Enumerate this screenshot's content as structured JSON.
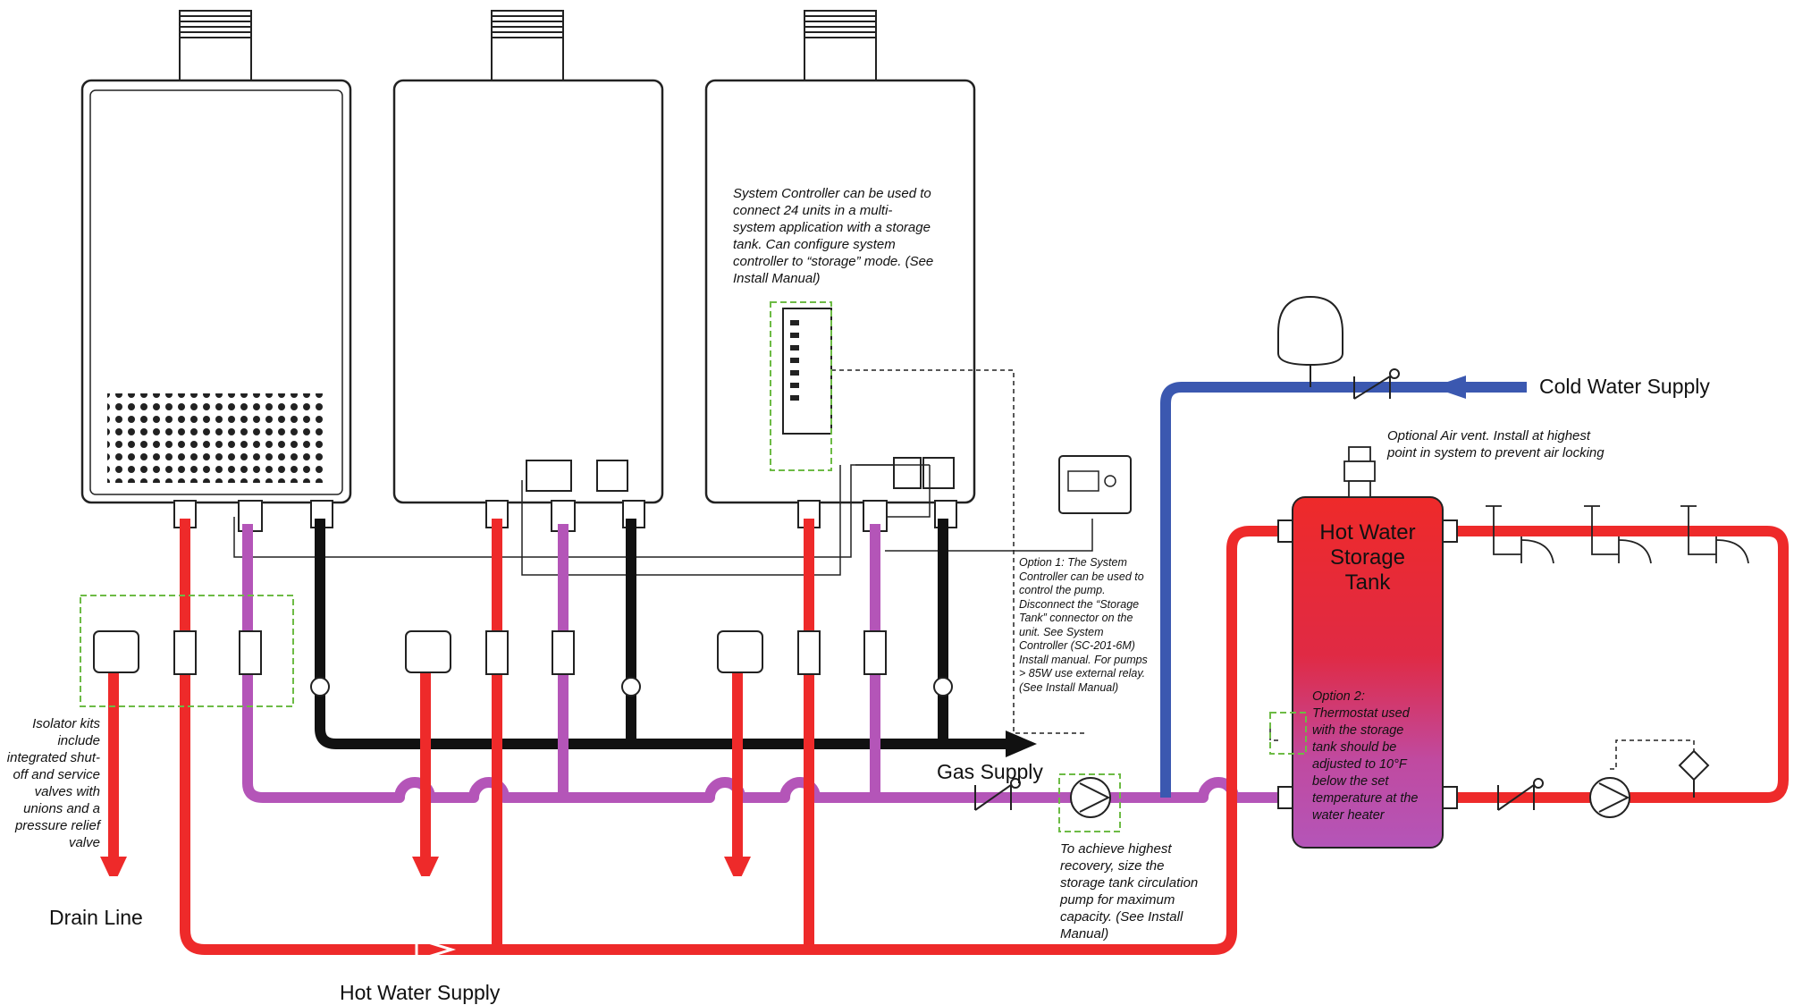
{
  "labels": {
    "controller_note": "System Controller can be used to connect 24 units in a multi-system application with a storage tank. Can configure system controller to “storage” mode. (See Install Manual)",
    "cold_water_supply": "Cold Water Supply",
    "air_vent_note": "Optional Air vent. Install at highest point in system to prevent air locking",
    "tank_title": "Hot Water Storage Tank",
    "option2_note": "Option 2: Thermostat used with the storage tank should be adjusted to 10°F below the set temperature at the water heater",
    "option1_note": "Option 1: The System Controller can be used to control the pump. Disconnect the “Storage Tank” connector on the unit. See System Controller (SC-201-6M) Install manual. For pumps > 85W use external relay. (See Install Manual)",
    "gas_supply": "Gas Supply",
    "recovery_note": "To achieve highest recovery, size the storage tank circulation pump for maximum capacity. (See Install Manual)",
    "isolator_note": "Isolator kits include integrated shut-off and service valves with unions and a pressure relief valve",
    "drain_line": "Drain Line",
    "hot_water_supply": "Hot Water Supply"
  },
  "colors": {
    "hot": "#ee2a2a",
    "recirc": "#b455b8",
    "gas": "#111111",
    "cold": "#3b58b0",
    "tank_top": "#ee2a2a",
    "tank_bottom": "#b455b8",
    "dashed_highlight": "#6dbb45"
  }
}
